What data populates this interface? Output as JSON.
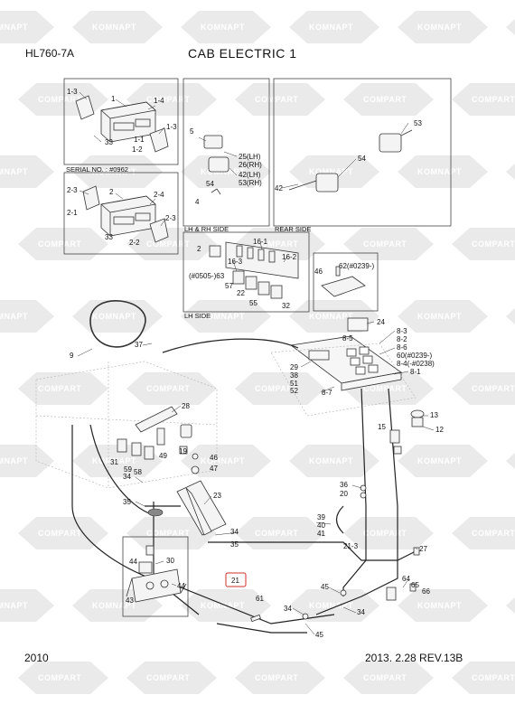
{
  "header": {
    "model": "HL760-7A",
    "title": "CAB ELECTRIC 1"
  },
  "footer": {
    "year": "2010",
    "revision": "2013. 2.28  REV.13B"
  },
  "watermark": {
    "text_a": "KOMNAPT",
    "text_b": "COMPART"
  },
  "sections": {
    "serial": "SERIAL NO. : #0962",
    "lh_rh_side": "LH & RH SIDE",
    "rear_side": "REAR SIDE",
    "lh_side": "LH SIDE"
  },
  "colors": {
    "line": "#222222",
    "watermark_fill": "#d9d9d9",
    "highlight": "#d0302a"
  },
  "callouts": [
    "1-3",
    "1",
    "1-4",
    "1-3",
    "33",
    "1-2",
    "1-1",
    "2-3",
    "2",
    "2-4",
    "2-1",
    "2-3",
    "33",
    "2-2",
    "5",
    "25(LH)",
    "26(RH)",
    "42(LH)",
    "53(RH)",
    "54",
    "4",
    "53",
    "54",
    "42",
    "2",
    "16-1",
    "16-3",
    "16-2",
    "(#0505-)63",
    "57",
    "22",
    "55",
    "32",
    "46",
    "62(#0239-)",
    "24",
    "8-3",
    "8-5",
    "8-2",
    "8-6",
    "60(#0239-)",
    "8-4(-#0238)",
    "8-1",
    "29",
    "38",
    "51",
    "52",
    "8-7",
    "9",
    "37",
    "28",
    "31",
    "59",
    "58",
    "49",
    "19",
    "46",
    "47",
    "23",
    "36",
    "20",
    "15",
    "13",
    "12",
    "34",
    "35",
    "39",
    "40",
    "41",
    "21-3",
    "34",
    "35",
    "44",
    "30",
    "43",
    "44",
    "21",
    "27",
    "64",
    "65",
    "66",
    "61",
    "34",
    "45",
    "34",
    "45"
  ]
}
